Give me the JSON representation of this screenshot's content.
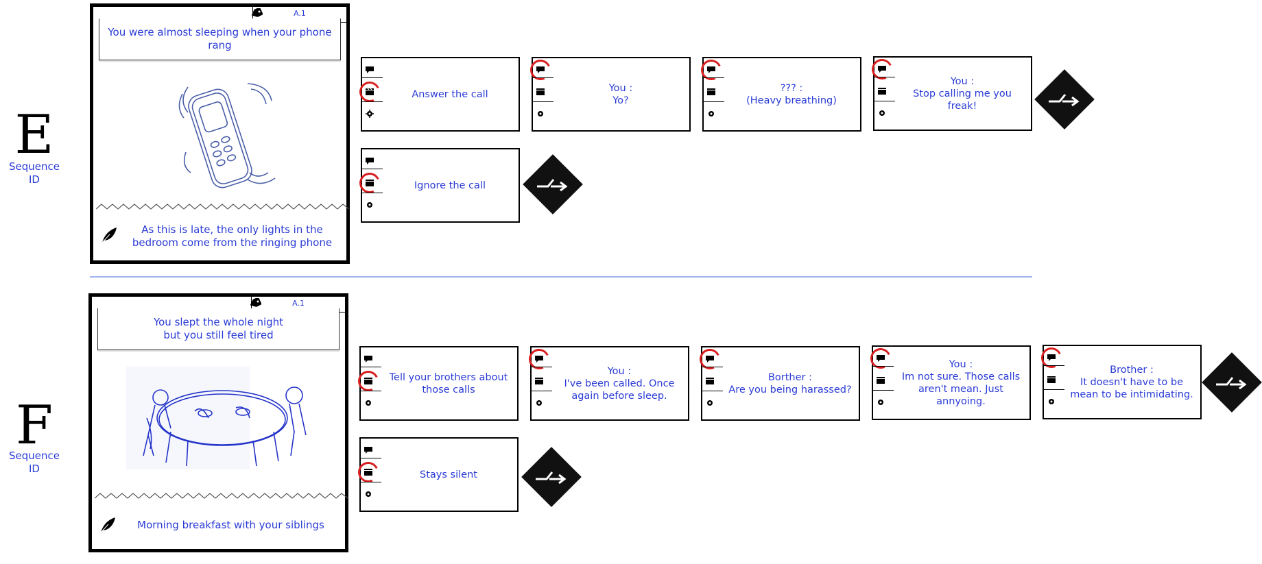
{
  "sequences": [
    {
      "letter": "E",
      "id_label": "Sequence\nID",
      "tag": "A.1",
      "caption": "You were almost sleeping when your phone rang",
      "sketch": "phone-ringing-sketch",
      "note": "As this is late, the only lights in the bedroom come from the ringing phone",
      "choices": [
        {
          "label": "Answer the call",
          "dialogue": [
            {
              "text": "You :\nYo?"
            },
            {
              "text": "??? :\n(Heavy breathing)"
            },
            {
              "text": "You :\nStop calling me you freak!"
            }
          ]
        },
        {
          "label": "Ignore the call",
          "dialogue": []
        }
      ]
    },
    {
      "letter": "F",
      "id_label": "Sequence\nID",
      "tag": "A.1",
      "caption": "You slept the whole night\nbut you still feel tired",
      "sketch": "breakfast-table-sketch",
      "note": "Morning breakfast with your siblings",
      "choices": [
        {
          "label": "Tell your brothers about those calls",
          "dialogue": [
            {
              "text": "You :\nI've been called. Once again before sleep."
            },
            {
              "text": "Borther :\nAre you being harassed?"
            },
            {
              "text": "You :\nIm not sure. Those calls aren't mean. Just annyoing."
            },
            {
              "text": "Brother :\nIt doesn't have to be mean to be intimidating."
            }
          ]
        },
        {
          "label": "Stays silent",
          "dialogue": []
        }
      ]
    }
  ],
  "icons": {
    "speech": "speech-bubble-icon",
    "clapper": "clapperboard-icon",
    "gear": "gear-icon",
    "goto": "goto-arrow-icon",
    "tag": "tag-icon",
    "feather": "feather-icon"
  },
  "colors": {
    "text": "#2a3bd6",
    "ring": "#d81e1e",
    "divider": "#9fb3ef"
  }
}
